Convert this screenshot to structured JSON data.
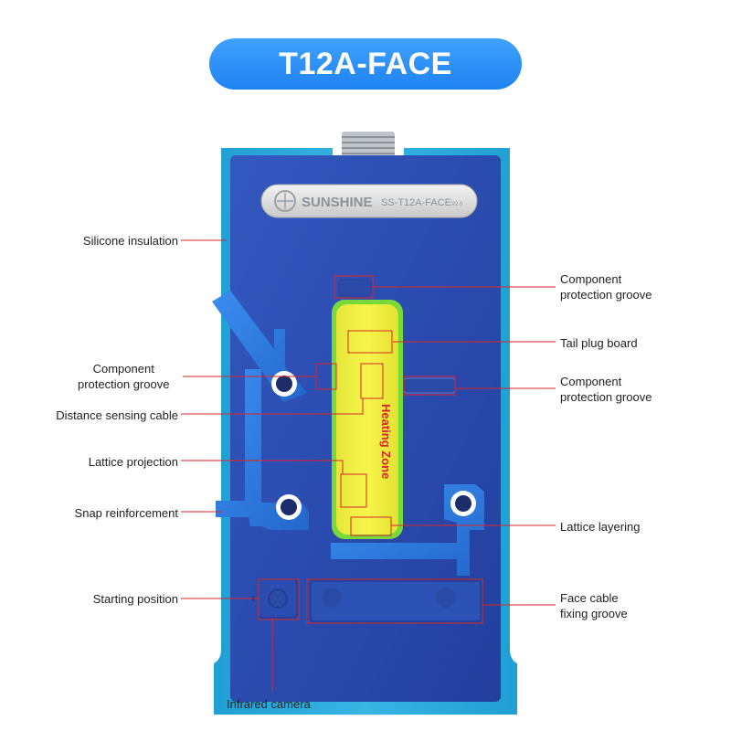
{
  "title": "T12A-FACE",
  "device": {
    "brand": "SUNSHINE",
    "model": "SS-T12A-FACE",
    "version": "V2.0",
    "heating_zone_label": "Heating Zone"
  },
  "labels": {
    "silicone_insulation": "Silicone insulation",
    "component_groove_top_line1": "Component",
    "component_groove_top_line2": "protection groove",
    "tail_plug_board": "Tail plug board",
    "component_groove_left_line1": "Component",
    "component_groove_left_line2": "protection groove",
    "component_groove_right_line1": "Component",
    "component_groove_right_line2": "protection groove",
    "distance_sensing_cable": "Distance sensing cable",
    "lattice_projection": "Lattice projection",
    "snap_reinforcement": "Snap reinforcement",
    "lattice_layering": "Lattice layering",
    "starting_position": "Starting position",
    "face_cable_line1": "Face cable",
    "face_cable_line2": "fixing groove",
    "infrared_camera": "Infrared camera"
  },
  "colors": {
    "title_bg": "#2a8ff7",
    "plate_blue": "#2b4fb5",
    "silicone_teal": "#2aa7d6",
    "clamp_blue": "#2f7fe0",
    "heating_yellow": "#f2f03a",
    "callout_red": "#d9262b"
  }
}
